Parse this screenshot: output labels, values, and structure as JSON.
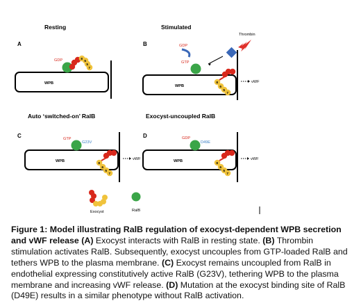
{
  "headers": {
    "resting": "Resting",
    "stimulated": "Stimulated",
    "auto_on": "Auto ‘switched-on’ RalB",
    "uncoupled": "Exocyst-uncoupled RalB"
  },
  "panels": {
    "a": "A",
    "b": "B",
    "c": "C",
    "d": "D"
  },
  "labels": {
    "wpb": "WPB",
    "gdp": "GDP",
    "gtp": "GTP",
    "thrombin": "Thrombin",
    "vwf": "vWF",
    "g23v": "G23V",
    "d49e": "D49E",
    "exocyst": "Exocyst",
    "ralb": "RalB"
  },
  "bead_numbers": [
    "8",
    "6",
    "5",
    "7"
  ],
  "colors": {
    "exocyst_red": "#d8281c",
    "exocyst_yellow": "#f0c33c",
    "ralb_green": "#3aa548",
    "receptor_blue": "#3a68b8",
    "thrombin_red": "#e0302a"
  },
  "caption": {
    "title": "Figure 1: Model illustrating RalB regulation of exocyst-dependent WPB secretion and vWF release",
    "a_tag": "(A)",
    "a_text": "Exocyst interacts with RalB in resting state.",
    "b_tag": "(B)",
    "b_text": "Thrombin stimulation activates RalB. Subsequently, exocyst uncouples from GTP-loaded RalB and tethers WPB to the plasma membrane.",
    "c_tag": "(C)",
    "c_text": "Exocyst remains uncoupled from RalB in endothelial expressing constitutively active RalB (G23V), tethering WPB to the plasma membrane and increasing vWF release.",
    "d_tag": "(D)",
    "d_text": "Mutation at the exocyst binding site of RalB (D49E) results in a similar phenotype without RalB activation."
  }
}
